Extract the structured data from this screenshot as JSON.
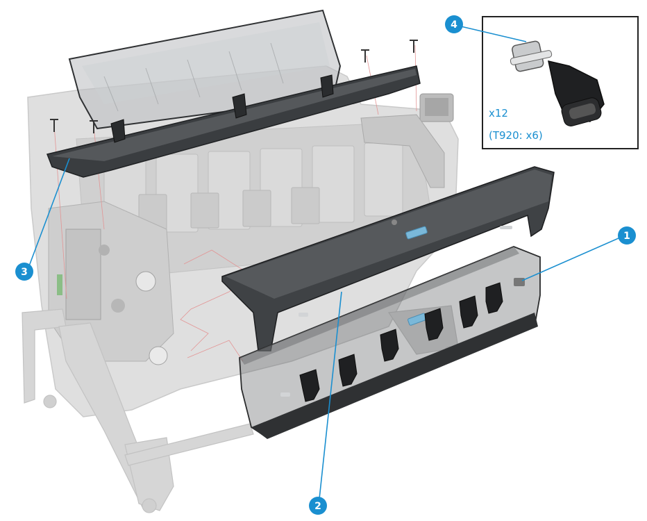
{
  "figure": {
    "callouts": [
      {
        "id": "1",
        "label": "1"
      },
      {
        "id": "2",
        "label": "2"
      },
      {
        "id": "3",
        "label": "3"
      },
      {
        "id": "4",
        "label": "4"
      }
    ],
    "inset": {
      "quantity": "x12",
      "note": "(T920: x6)"
    }
  },
  "colors": {
    "callout_fill": "#1a8fd0",
    "leader_line": "#1a8fd0",
    "ghost_printer": "#cfcfcf",
    "dark_part": "#3a3d40",
    "translucent_tray": "#4a4c4e"
  }
}
